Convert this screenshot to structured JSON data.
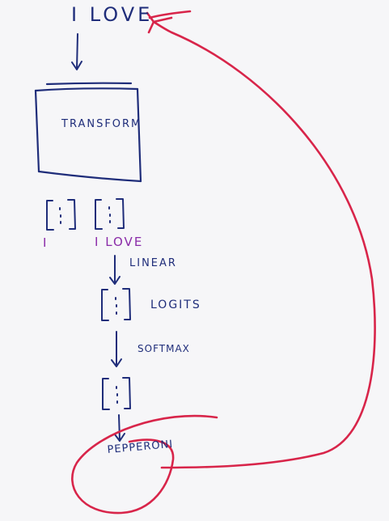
{
  "diagram": {
    "top_input": "I LOVE",
    "block": "TRANSFORM",
    "vector_left_label": "I",
    "vector_right_label": "I LOVE",
    "step_linear": "LINEAR",
    "step_logits": "LOGITS",
    "step_softmax": "SOFTMAX",
    "output_token": "PEPPERONI"
  },
  "colors": {
    "ink": "#1f2d7a",
    "token_ink": "#8a2ba8",
    "loop": "#d8254a",
    "background": "#f6f6f8"
  }
}
